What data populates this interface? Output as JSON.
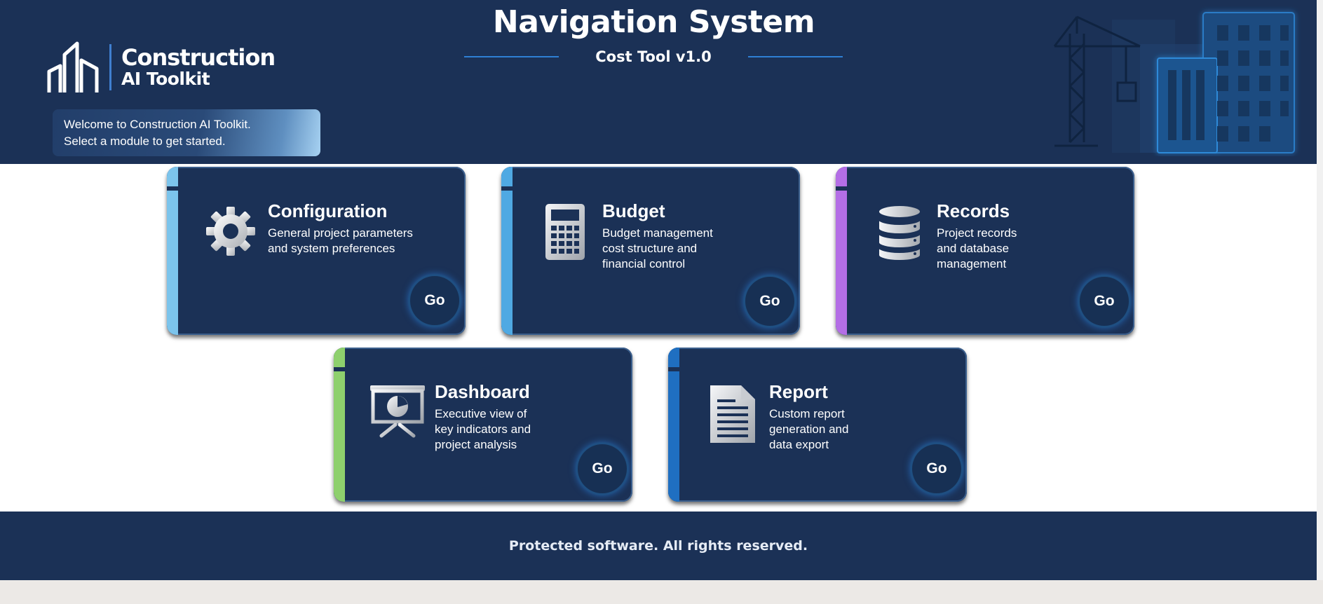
{
  "header": {
    "logo": {
      "line1": "Construction",
      "line2": "AI Toolkit",
      "icon": "building-outline-icon"
    },
    "title": "Navigation System",
    "subtitle": "Cost Tool v1.0",
    "welcome": {
      "line1": "Welcome to Construction AI Toolkit.",
      "line2": "Select a module to get started."
    },
    "decoration": "construction-skyline-illustration"
  },
  "modules": [
    {
      "title": "Configuration",
      "desc": [
        "General project parameters",
        "and system preferences"
      ],
      "icon": "gear-icon",
      "accent": "#7cc4ec",
      "go_label": "Go"
    },
    {
      "title": "Budget",
      "desc": [
        "Budget management",
        "cost structure and",
        "financial control"
      ],
      "icon": "calculator-icon",
      "accent": "#4fa9e3",
      "go_label": "Go"
    },
    {
      "title": "Records",
      "desc": [
        "Project records",
        "and database",
        "management"
      ],
      "icon": "database-icon",
      "accent": "#b46ee6",
      "go_label": "Go"
    },
    {
      "title": "Dashboard",
      "desc": [
        "Executive view of",
        "key indicators and",
        "project analysis"
      ],
      "icon": "presentation-chart-icon",
      "accent": "#8ed06d",
      "go_label": "Go"
    },
    {
      "title": "Report",
      "desc": [
        "Custom report",
        "generation and",
        "data export"
      ],
      "icon": "document-icon",
      "accent": "#1f6fc1",
      "go_label": "Go"
    }
  ],
  "footer": {
    "text": "Protected software. All rights reserved."
  },
  "colors": {
    "navy": "#1b3156",
    "accent_blue": "#2f7fd4"
  }
}
